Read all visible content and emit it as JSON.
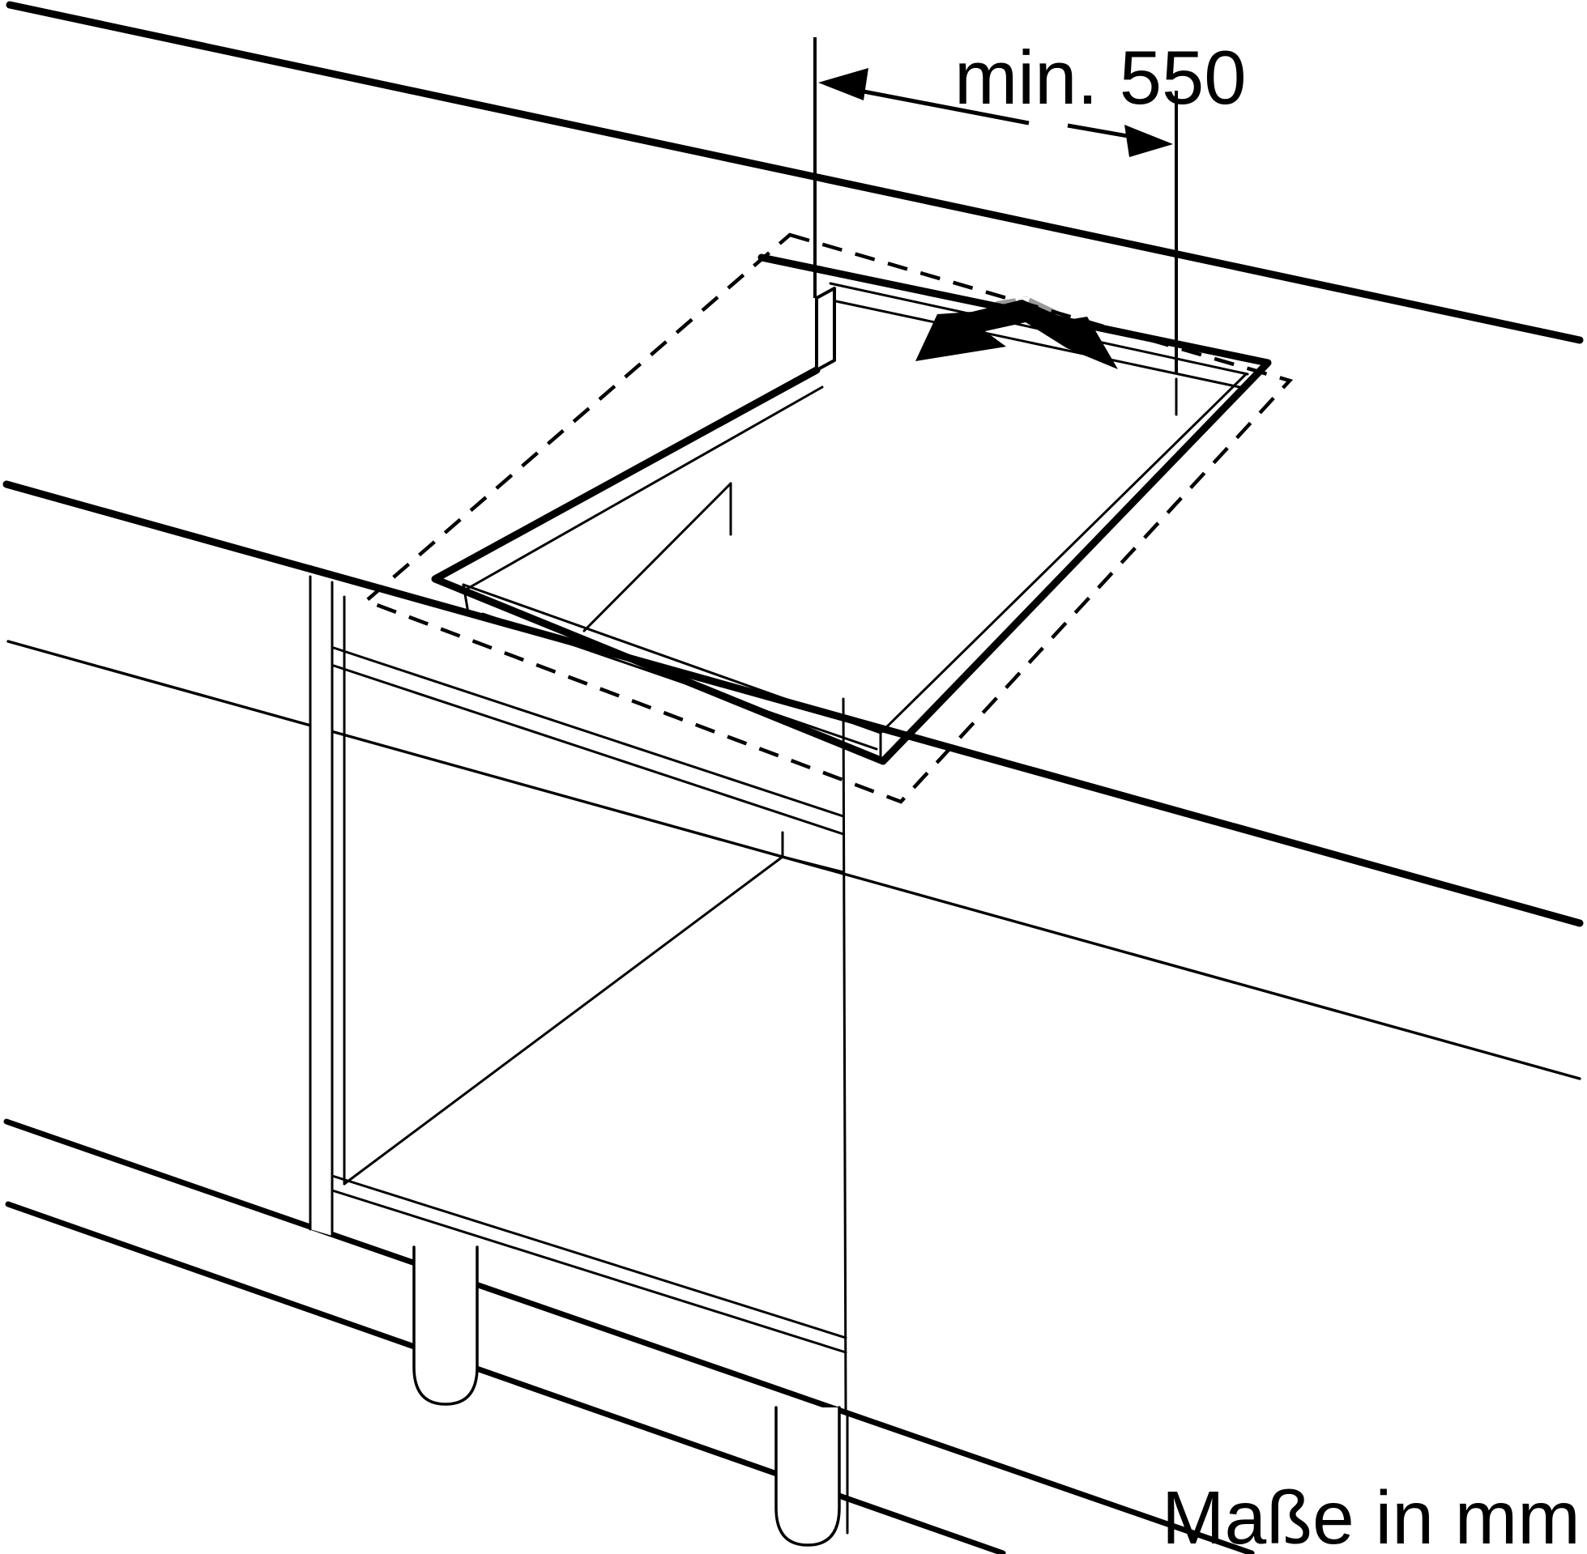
{
  "diagram": {
    "title": "appliance-worktop-installation-drawing",
    "dimension": {
      "label": "min. 550"
    },
    "unit_note": "Maße in mm",
    "colors": {
      "background": "#ffffff",
      "line": "#000000",
      "arrow_black": "#000000",
      "arrow_gray": "#999999"
    },
    "icons": {
      "slide_arrow": "double-headed-slide-direction-arrow"
    }
  }
}
